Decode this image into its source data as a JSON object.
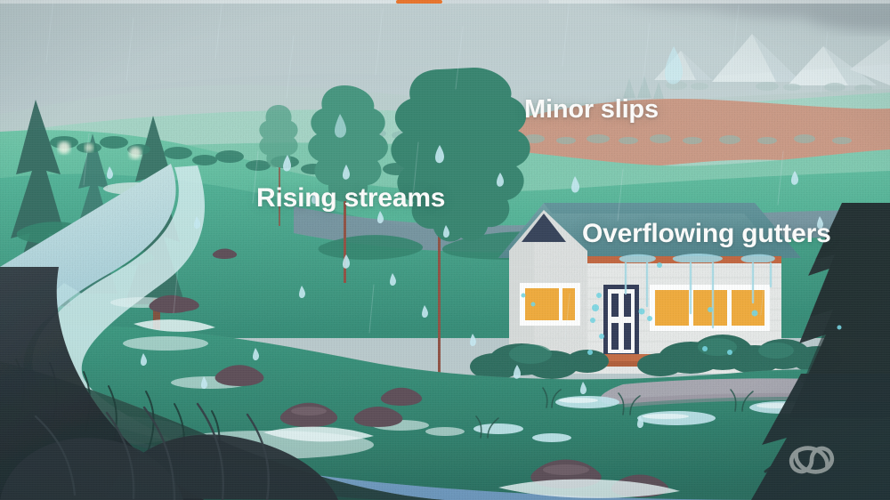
{
  "scene": {
    "title": "Heavy rain impacts illustration",
    "kind": "weather-impact-illustration"
  },
  "labels": [
    {
      "id": "minor-slips",
      "text": "Minor slips",
      "color": "#fbfbfa"
    },
    {
      "id": "rising-streams",
      "text": "Rising streams",
      "color": "#fbfbfa"
    },
    {
      "id": "overflowing-gutters",
      "text": "Overflowing gutters",
      "color": "#fbfbfa"
    }
  ],
  "topbar": {
    "track_color": "#e8eef0",
    "segments": [
      {
        "name": "progress-segment-active",
        "color": "#e8742c",
        "left_pct": 44.5,
        "width_pct": 5.2
      },
      {
        "name": "progress-segment-rest",
        "color": "#cfd9dc",
        "left_pct": 49.7,
        "width_pct": 12.0
      }
    ]
  },
  "logo": {
    "name": "koru-spiral-logo",
    "color": "#d9dedb",
    "opacity": "0.62"
  },
  "palette": {
    "sky_top": "#aebfc3",
    "sky_low": "#c3d2d3",
    "storm_cloud": "#6f737f",
    "mountain_snow": "#dfe8ea",
    "mountain_shadow": "#c3d2d5",
    "hill_far": "#b9cfcc",
    "hill_mid_mint": "#9fd5c4",
    "hill_slip_tan": "#cf9a84",
    "hill_green_light": "#63c3a5",
    "hill_green": "#3faa8b",
    "hill_green_mid": "#35937c",
    "hill_green_deep": "#2a7a66",
    "foreground_dark": "#1d4a43",
    "foreground_black": "#222b31",
    "river_pale": "#bde3e6",
    "river_blue": "#7fa9cf",
    "river_blue_deep": "#6f9dc6",
    "road_grey": "#8d96a6",
    "road_pale": "#b6b2bc",
    "house_wall": "#eceeed",
    "house_wall_shade": "#d6d9d8",
    "house_roof": "#5d9299",
    "house_gable": "#2e3a52",
    "house_gutter": "#c05f37",
    "house_window": "#f0a733",
    "house_door": "#2a3350",
    "house_step": "#c2663c",
    "raindrop": "#c9ecf2",
    "rock": "#5c4c52",
    "tree_trunk": "#8c4a3c",
    "pine_dark": "#1b3b36"
  },
  "elements": {
    "house": {
      "name": "house",
      "windows": 2,
      "doors": 1
    },
    "rain": {
      "name": "rainfall",
      "drops_visible": true
    },
    "river": {
      "name": "flooded-river"
    },
    "trees": {
      "name": "trees",
      "poplars": 3,
      "pines": 6
    },
    "mountains": {
      "name": "snow-capped-mountains",
      "count": 3
    },
    "slip": {
      "name": "landslip-band"
    },
    "puddles": {
      "name": "puddles",
      "count": 6
    }
  }
}
